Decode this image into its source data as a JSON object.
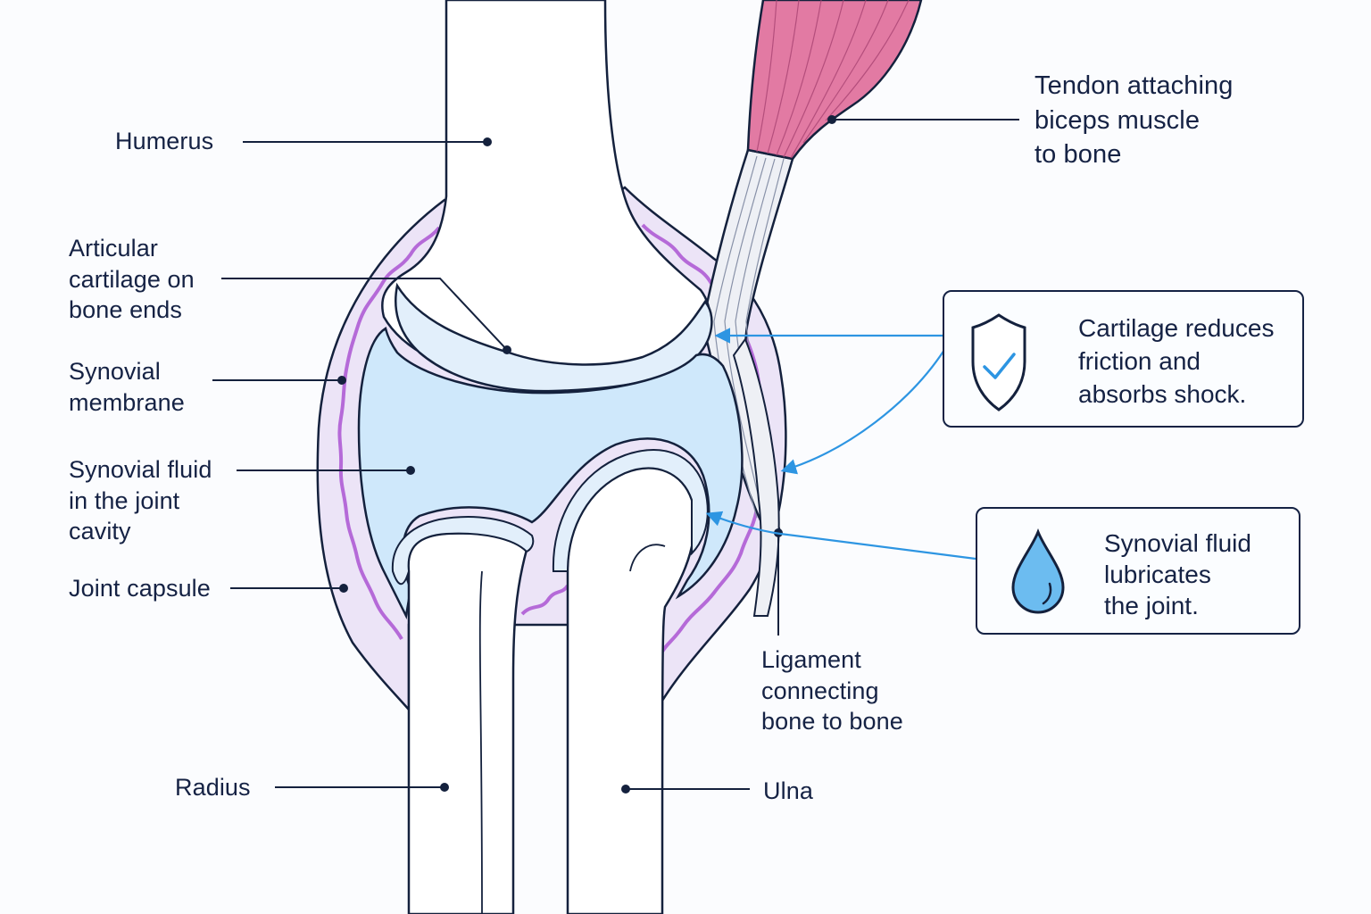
{
  "labels": {
    "humerus": "Humerus",
    "articular_cartilage": [
      "Articular",
      "cartilage on",
      "bone ends"
    ],
    "synovial_membrane": [
      "Synovial",
      "membrane"
    ],
    "synovial_fluid": [
      "Synovial fluid",
      "in the joint",
      "cavity"
    ],
    "joint_capsule": "Joint capsule",
    "radius": "Radius",
    "ulna": "Ulna",
    "tendon": [
      "Tendon attaching",
      "biceps muscle",
      "to bone"
    ],
    "ligament": [
      "Ligament",
      "connecting",
      "bone to bone"
    ]
  },
  "callouts": {
    "cartilage": {
      "icon": "shield-check-icon",
      "lines": [
        "Cartilage reduces",
        "friction and",
        "absorbs shock."
      ]
    },
    "fluid": {
      "icon": "water-drop-icon",
      "lines": [
        "Synovial fluid",
        "lubricates",
        "the joint."
      ]
    }
  },
  "colors": {
    "outline": "#14213d",
    "fluid": "#cfe8fb",
    "cartilage": "#e2effb",
    "capsule": "#ece4f7",
    "membrane": "#b56ad8",
    "muscle": "#e27aa3",
    "accent_arrow": "#2d95e2"
  }
}
